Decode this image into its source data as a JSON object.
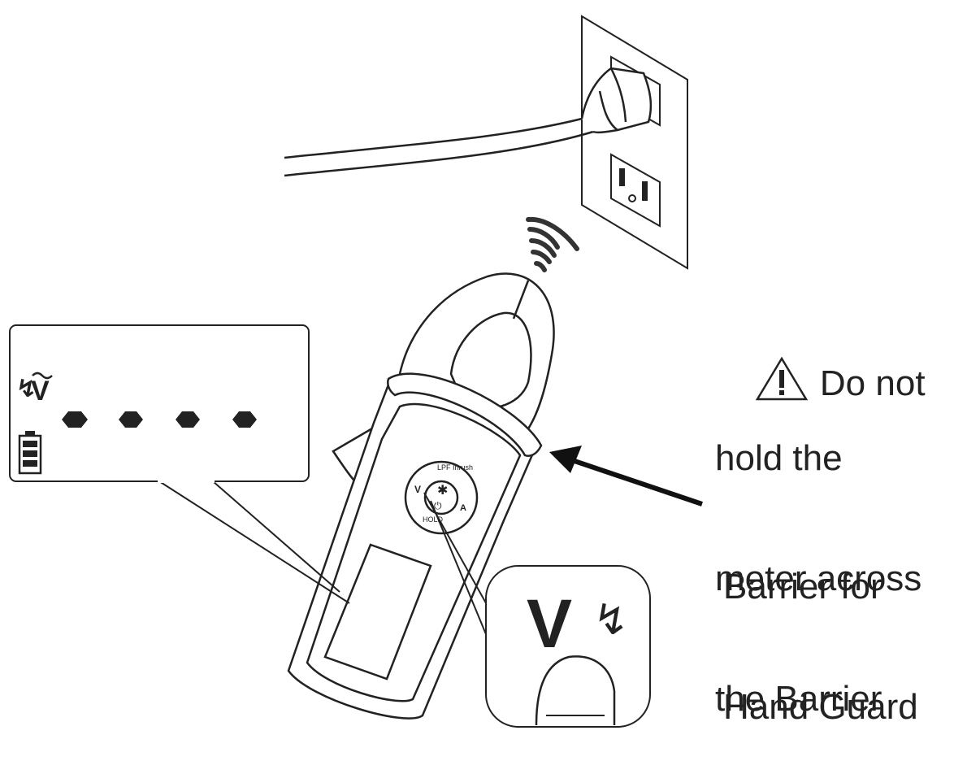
{
  "warning": {
    "lines": [
      "Do not",
      "hold the",
      "meter across",
      "the Barrier"
    ]
  },
  "barrier": {
    "lines": [
      "Barrier for",
      "Hand Guard"
    ]
  },
  "meter": {
    "button_labels": {
      "top": "LPF Inrush",
      "bottom": "HOLD"
    }
  },
  "icons": {
    "warning": "warning-triangle-icon",
    "battery": "battery-icon",
    "signal": "signal-waves-icon",
    "voltage_alert": "voltage-alert-icon"
  }
}
